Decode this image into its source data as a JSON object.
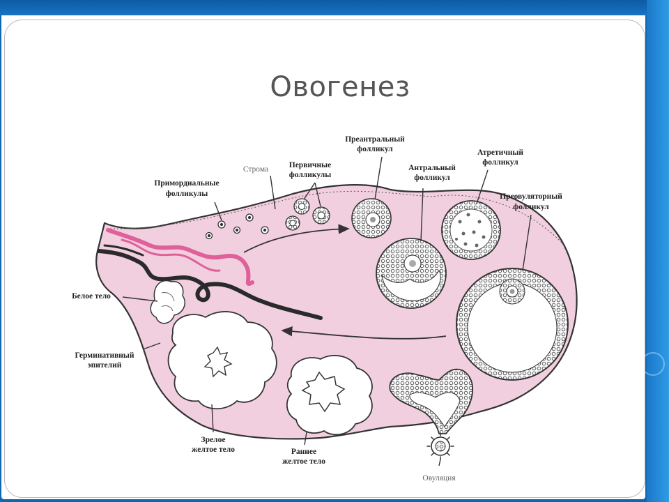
{
  "slide": {
    "title": "Овогенез"
  },
  "diagram": {
    "labels": {
      "primordial": [
        "Примордиальные",
        "фолликулы"
      ],
      "stroma": "Строма",
      "primary": [
        "Первичные",
        "фолликулы"
      ],
      "preantral": [
        "Преантральный",
        "фолликул"
      ],
      "antral": [
        "Антральный",
        "фолликул"
      ],
      "atretic": [
        "Атретичный",
        "фолликул"
      ],
      "preovulatory": [
        "Преовуляторный",
        "фолликул"
      ],
      "corpus_albicans": "Белое тело",
      "germinal_epithelium": [
        "Герминативный",
        "эпителий"
      ],
      "mature_corpus_luteum": [
        "Зрелое",
        "желтое тело"
      ],
      "early_corpus_luteum": [
        "Раннее",
        "желтое тело"
      ],
      "ovulation": "Овуляция"
    },
    "colors": {
      "ovary_fill": "#f2cfdf",
      "vessel_pink": "#e0609a",
      "vessel_dark": "#2a2a2a",
      "outline": "#333333",
      "background_blue": "#1166b4"
    }
  }
}
